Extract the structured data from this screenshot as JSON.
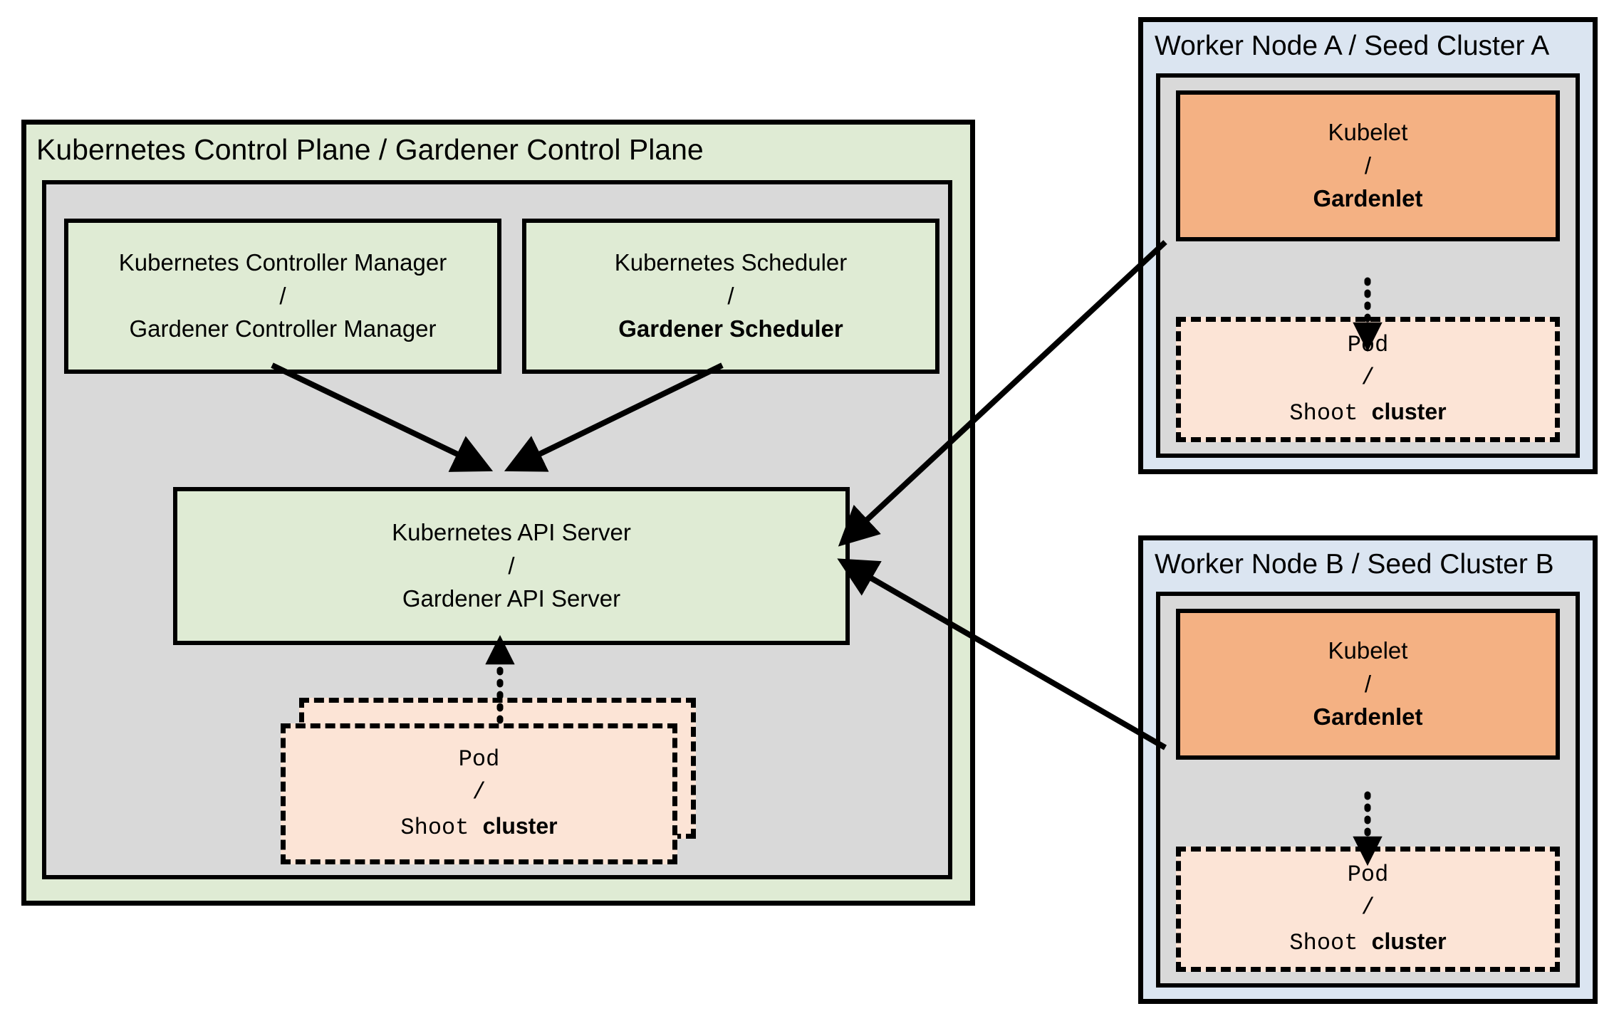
{
  "diagram": {
    "title": "Gardener architecture: Kubernetes control plane and seed clusters",
    "type": "architecture-diagram"
  },
  "control_plane": {
    "title": "Kubernetes Control Plane / Gardener Control Plane",
    "bg_color": "#dfebd4",
    "inner_bg_color": "#d9d9d9",
    "controller_manager": {
      "line1": "Kubernetes Controller Manager",
      "separator": "/",
      "line2": "Gardener Controller Manager",
      "line2_bold": false
    },
    "scheduler": {
      "line1": "Kubernetes Scheduler",
      "separator": "/",
      "line2": "Gardener Scheduler",
      "line2_bold": true
    },
    "api_server": {
      "line1": "Kubernetes API Server",
      "separator": "/",
      "line2": "Gardener API Server",
      "line2_bold": false
    },
    "pod": {
      "line1": "Pod",
      "separator": "/",
      "line2_mono": "Shoot",
      "line2_bold": "cluster",
      "stacked": true
    }
  },
  "worker_nodes": [
    {
      "title": "Worker Node A / Seed Cluster A",
      "bg_color": "#dbe5f1",
      "kubelet": {
        "line1": "Kubelet",
        "separator": "/",
        "line2": "Gardenlet",
        "line2_bold": true,
        "color": "#f4b183"
      },
      "pod": {
        "line1": "Pod",
        "separator": "/",
        "line2_mono": "Shoot",
        "line2_bold": "cluster",
        "color": "#fce4d6"
      }
    },
    {
      "title": "Worker Node B / Seed Cluster B",
      "bg_color": "#dbe5f1",
      "kubelet": {
        "line1": "Kubelet",
        "separator": "/",
        "line2": "Gardenlet",
        "line2_bold": true,
        "color": "#f4b183"
      },
      "pod": {
        "line1": "Pod",
        "separator": "/",
        "line2_mono": "Shoot",
        "line2_bold": "cluster",
        "color": "#fce4d6"
      }
    }
  ],
  "connections": [
    {
      "from": "Kubernetes Controller Manager",
      "to": "Kubernetes API Server",
      "style": "solid",
      "arrow": "single"
    },
    {
      "from": "Kubernetes Scheduler",
      "to": "Kubernetes API Server",
      "style": "solid",
      "arrow": "single"
    },
    {
      "from": "Pod / Shoot cluster",
      "to": "Kubernetes API Server",
      "style": "dotted",
      "arrow": "single"
    },
    {
      "from": "Gardenlet A",
      "to": "Kubernetes API Server",
      "style": "solid",
      "arrow": "single"
    },
    {
      "from": "Gardenlet B",
      "to": "Kubernetes API Server",
      "style": "solid",
      "arrow": "single"
    },
    {
      "from": "Kubelet A / Gardenlet A",
      "to": "Pod A",
      "style": "dotted",
      "arrow": "single"
    },
    {
      "from": "Kubelet B / Gardenlet B",
      "to": "Pod B",
      "style": "dotted",
      "arrow": "single"
    }
  ]
}
